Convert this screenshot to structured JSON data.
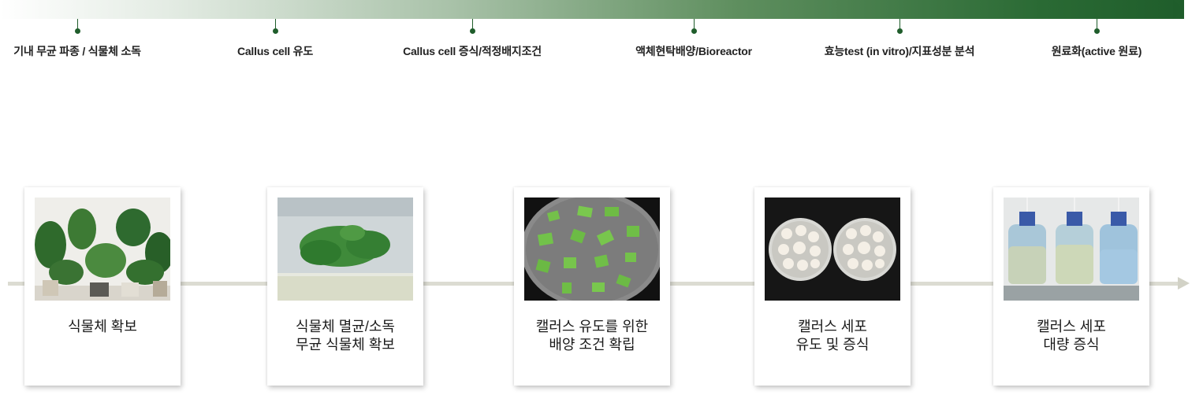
{
  "timeline_steps": [
    {
      "label": "기내 무균 파종 / 식물체 소독"
    },
    {
      "label": "Callus cell 유도"
    },
    {
      "label": "Callus cell 증식/적정배지조건"
    },
    {
      "label": "액체현탁배양/Bioreactor"
    },
    {
      "label": "효능test (in vitro)/지표성분 분석"
    },
    {
      "label": "원료화(active 원료)"
    }
  ],
  "cards": [
    {
      "caption": "식물체 확보",
      "image": "potted-plants-photo"
    },
    {
      "caption": "식물체 멸균/소독\n무균 식물체 확보",
      "image": "sterile-plant-container-photo"
    },
    {
      "caption": "캘러스 유도를 위한\n배양 조건 확립",
      "image": "petri-dish-leaf-explants-photo"
    },
    {
      "caption": "캘러스 세포\n유도 및 증식",
      "image": "callus-petri-dishes-photo"
    },
    {
      "caption": "캘러스 세포\n대량 증식",
      "image": "bioreactor-bottles-photo"
    }
  ],
  "colors": {
    "accent_green": "#1f5d2b",
    "timeline_grey": "#dcdcd2"
  }
}
